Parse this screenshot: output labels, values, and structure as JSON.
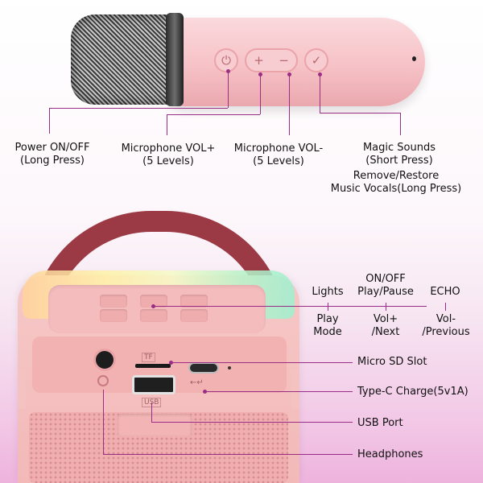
{
  "microphone": {
    "buttons": [
      {
        "icon": "power-icon",
        "glyph": "⏻"
      },
      {
        "icon": "plus-icon",
        "glyph": "+"
      },
      {
        "icon": "minus-icon",
        "glyph": "−"
      },
      {
        "icon": "magic-icon",
        "glyph": "✓"
      }
    ],
    "labels": {
      "power": [
        "Power ON/OFF",
        "(Long Press)"
      ],
      "vol_up": [
        "Microphone VOL+",
        "(5 Levels)"
      ],
      "vol_down": [
        "Microphone VOL-",
        "(5 Levels)"
      ],
      "magic": [
        "Magic Sounds",
        "(Short Press)"
      ],
      "vocals": [
        "Remove/Restore",
        "Music Vocals(Long Press)"
      ]
    }
  },
  "speaker": {
    "top_labels": {
      "lights": "Lights",
      "onoff": [
        "ON/OFF",
        "Play/Pause"
      ],
      "echo": "ECHO",
      "play_mode": [
        "Play",
        "Mode"
      ],
      "vol_next": [
        "Vol+",
        "/Next"
      ],
      "vol_prev": [
        "Vol-",
        "/Previous"
      ]
    },
    "port_labels": {
      "sd": "Micro SD Slot",
      "typec": "Type-C Charge(5v1A)",
      "usb": "USB Port",
      "headphones": "Headphones"
    },
    "panel_text": {
      "tf": "TF",
      "usb": "USB",
      "typec_symbol": "←↵"
    },
    "colors": {
      "accent": "#9a2e86",
      "body": "#f6c8c7",
      "handle": "#9b3a45"
    }
  }
}
